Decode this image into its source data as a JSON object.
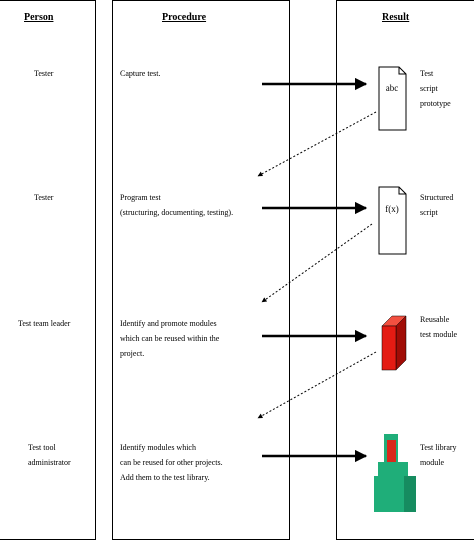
{
  "headers": {
    "person": "Person",
    "procedure": "Procedure",
    "result": "Result"
  },
  "rows": [
    {
      "person": "Tester",
      "procedure": [
        "Capture test."
      ],
      "result": [
        "Test",
        "script",
        "prototype"
      ],
      "icon_text": "abc",
      "icon": "document-icon"
    },
    {
      "person": "Tester",
      "procedure": [
        "Program test",
        "(structuring, documenting, testing)."
      ],
      "result": [
        "Structured",
        "script"
      ],
      "icon_text": "f(x)",
      "icon": "document-icon"
    },
    {
      "person": "Test team leader",
      "procedure": [
        "Identify and promote modules",
        "which can be reused within the",
        "project."
      ],
      "result": [
        "Reusable",
        "test module"
      ],
      "icon": "red-cube-icon"
    },
    {
      "person": [
        "Test tool",
        "administrator"
      ],
      "procedure": [
        "Identify modules which",
        "can be reused for other projects.",
        "Add them to the test library."
      ],
      "result": [
        "Test library",
        "module"
      ],
      "icon": "library-stack-icon"
    }
  ],
  "colors": {
    "cube_front": "#e41b13",
    "cube_top": "#f25040",
    "cube_side": "#a00c06",
    "library_green": "#1fae79",
    "library_red": "#d9281c"
  }
}
